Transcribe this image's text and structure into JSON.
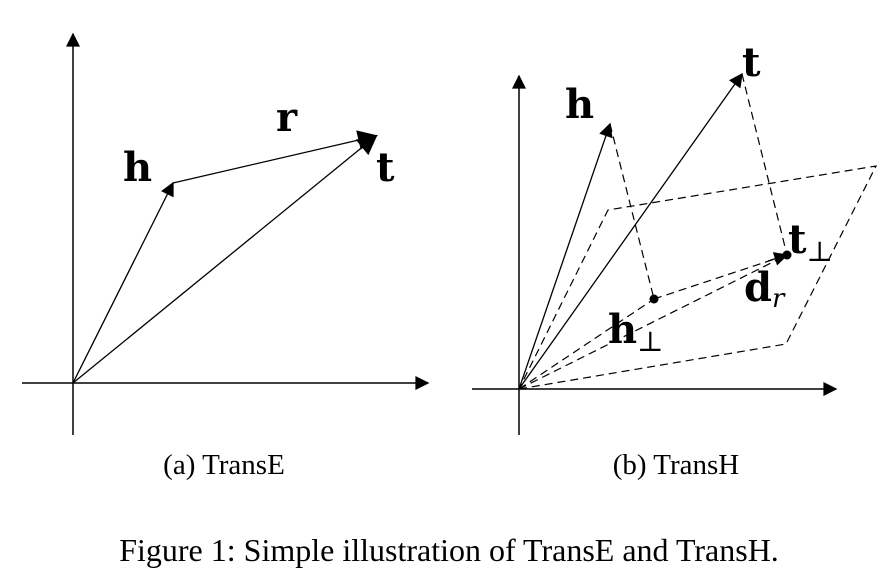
{
  "panels": [
    {
      "caption": "(a) TransE",
      "labels": {
        "h": "h",
        "r": "r",
        "t": "t"
      }
    },
    {
      "caption": "(b) TransH",
      "labels": {
        "h": "h",
        "t": "t",
        "t_perp_base": "t",
        "perp": "⊥",
        "d_base": "d",
        "d_sub": "r",
        "h_perp_base": "h"
      }
    }
  ],
  "figure_caption": "Figure 1: Simple illustration of TransE and TransH."
}
